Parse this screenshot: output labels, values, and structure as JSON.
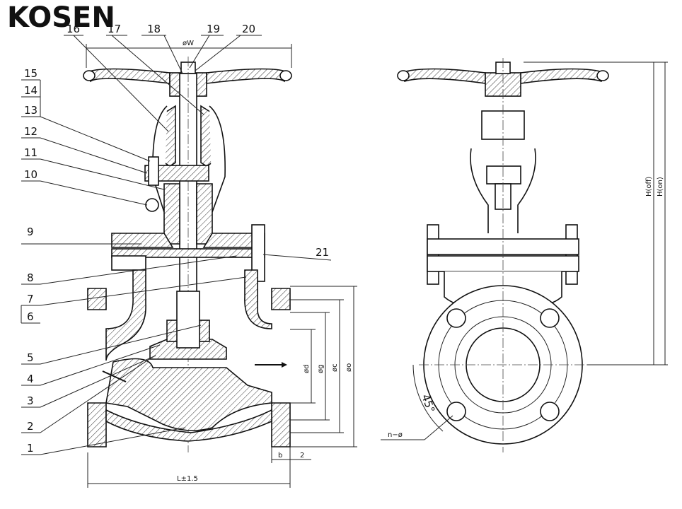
{
  "brand": {
    "logo_text": "KOSEN"
  },
  "part_labels": [
    "1",
    "2",
    "3",
    "4",
    "5",
    "6",
    "7",
    "8",
    "9",
    "10",
    "11",
    "12",
    "13",
    "14",
    "15",
    "16",
    "17",
    "18",
    "19",
    "20",
    "21"
  ],
  "dimensions": {
    "handwheel_dia": "øW",
    "length": "L±1.5",
    "flange_thickness": "b",
    "raised_face": "2",
    "bore": "ød",
    "raised_face_dia": "øg",
    "bolt_circle": "øc",
    "flange_od": "øo",
    "height_off": "H(off)",
    "height_on": "H(on)",
    "bolt_holes": "n−ø",
    "bolt_angle": "45°"
  }
}
